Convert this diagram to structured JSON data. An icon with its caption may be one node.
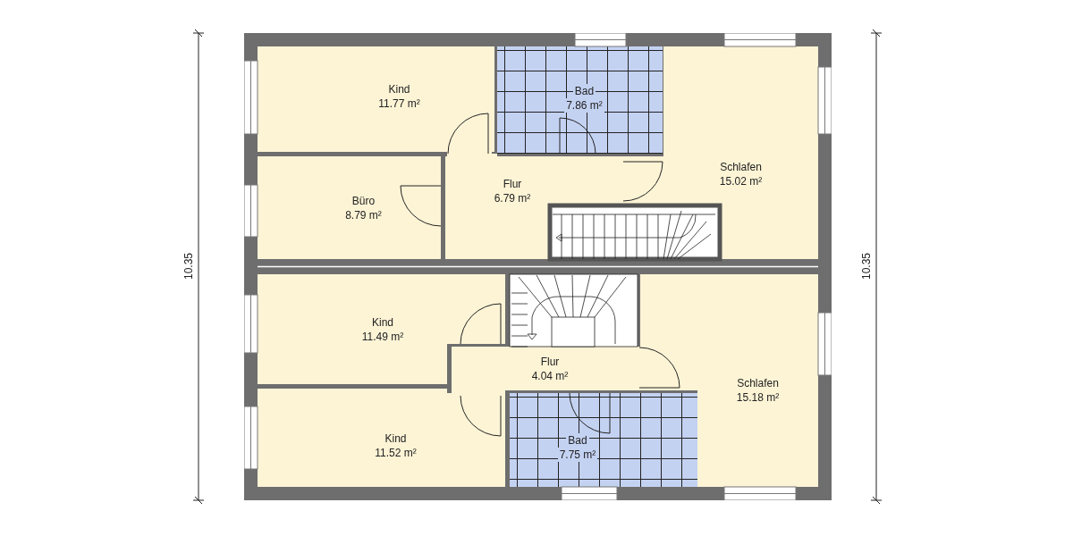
{
  "diagram": {
    "nodes": [
      {
        "text": [
          "Kind",
          "11.77 m²"
        ]
      },
      {
        "text": [
          "Bad",
          "7.86 m²"
        ]
      },
      {
        "text": [
          "Schlafen",
          "15.02 m²"
        ]
      },
      {
        "text": [
          "Büro",
          "8.79 m²"
        ]
      },
      {
        "text": [
          "Flur",
          "6.79 m²"
        ]
      },
      {
        "text": [
          "Kind",
          "11.49 m²"
        ]
      },
      {
        "text": [
          "Flur",
          "4.04 m²"
        ]
      },
      {
        "text": [
          "Schlafen",
          "15.18 m²"
        ]
      },
      {
        "text": [
          "Kind",
          "11.52 m²"
        ]
      },
      {
        "text": [
          "Bad",
          "7.75 m²"
        ]
      }
    ],
    "labels": [
      "10.35",
      "10.35"
    ]
  }
}
